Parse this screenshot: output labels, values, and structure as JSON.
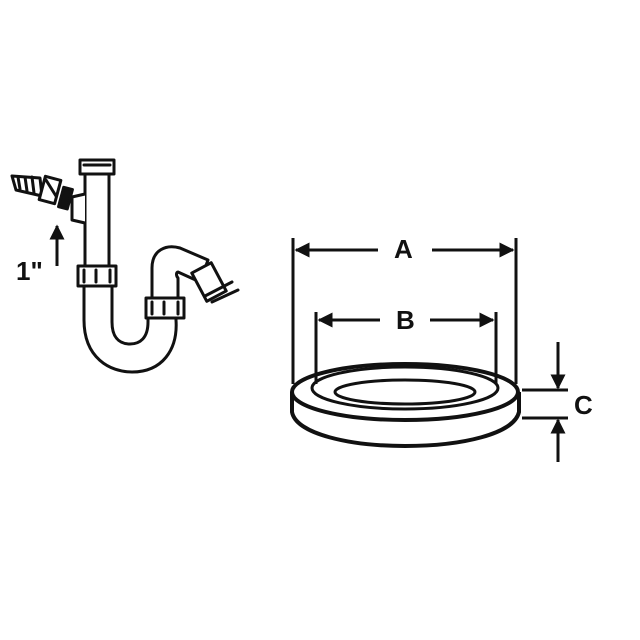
{
  "trap_diagram": {
    "inlet_size_label": "1\""
  },
  "washer_diagram": {
    "label_outer_diameter": "A",
    "label_inner_diameter": "B",
    "label_thickness": "C"
  },
  "colors": {
    "line": "#111111",
    "background": "#ffffff"
  }
}
